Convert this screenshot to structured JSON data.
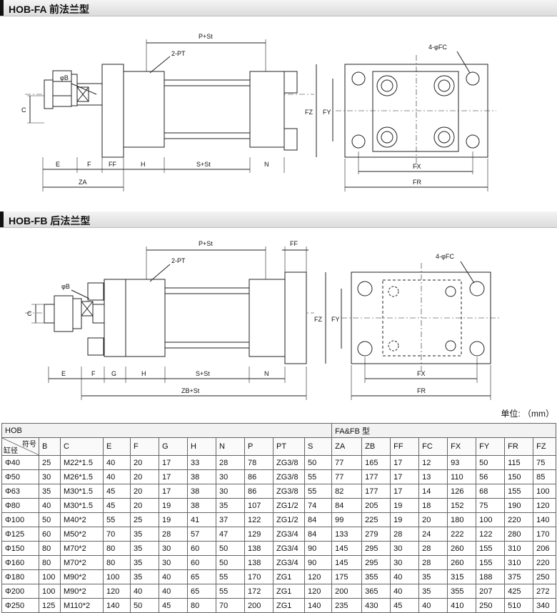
{
  "sections": {
    "fa": {
      "title": "HOB-FA 前法兰型"
    },
    "fb": {
      "title": "HOB-FB 后法兰型"
    }
  },
  "labels": {
    "fa": {
      "pst": "P+St",
      "pt": "2-PT",
      "phib": "φB",
      "c": "C",
      "e": "E",
      "f": "F",
      "ff": "FF",
      "h": "H",
      "sst": "S+St",
      "n": "N",
      "za": "ZA",
      "fc": "4-φFC",
      "fz": "FZ",
      "fy": "FY",
      "fx": "FX",
      "fr": "FR"
    },
    "fb": {
      "pst": "P+St",
      "ff": "FF",
      "pt": "2-PT",
      "phib": "φB",
      "c": "C",
      "e": "E",
      "f": "F",
      "g": "G",
      "h": "H",
      "sst": "S+St",
      "n": "N",
      "zbst": "ZB+St",
      "fc": "4-φFC",
      "fz": "FZ",
      "fy": "FY",
      "fx": "FX",
      "fr": "FR"
    }
  },
  "unit_label": "单位: （mm）",
  "table": {
    "group_hob": "HOB",
    "group_fafb": "FA&FB 型",
    "diag_top": "符号",
    "diag_bottom": "缸径",
    "columns": [
      "B",
      "C",
      "E",
      "F",
      "G",
      "H",
      "N",
      "P",
      "PT",
      "S",
      "ZA",
      "ZB",
      "FF",
      "FC",
      "FX",
      "FY",
      "FR",
      "FZ"
    ],
    "rows": [
      [
        "Φ40",
        "25",
        "M22*1.5",
        "40",
        "20",
        "17",
        "33",
        "28",
        "78",
        "ZG3/8",
        "50",
        "77",
        "165",
        "17",
        "12",
        "93",
        "50",
        "115",
        "75"
      ],
      [
        "Φ50",
        "30",
        "M26*1.5",
        "40",
        "20",
        "17",
        "38",
        "30",
        "86",
        "ZG3/8",
        "55",
        "77",
        "177",
        "17",
        "13",
        "110",
        "56",
        "150",
        "85"
      ],
      [
        "Φ63",
        "35",
        "M30*1.5",
        "45",
        "20",
        "17",
        "38",
        "30",
        "86",
        "ZG3/8",
        "55",
        "82",
        "177",
        "17",
        "14",
        "126",
        "68",
        "155",
        "100"
      ],
      [
        "Φ80",
        "40",
        "M30*1.5",
        "45",
        "20",
        "19",
        "38",
        "35",
        "107",
        "ZG1/2",
        "74",
        "84",
        "205",
        "19",
        "18",
        "152",
        "75",
        "190",
        "120"
      ],
      [
        "Φ100",
        "50",
        "M40*2",
        "55",
        "25",
        "19",
        "41",
        "37",
        "122",
        "ZG1/2",
        "84",
        "99",
        "225",
        "19",
        "20",
        "180",
        "100",
        "220",
        "140"
      ],
      [
        "Φ125",
        "60",
        "M50*2",
        "70",
        "35",
        "28",
        "57",
        "47",
        "129",
        "ZG3/4",
        "84",
        "133",
        "279",
        "28",
        "24",
        "222",
        "122",
        "280",
        "170"
      ],
      [
        "Φ150",
        "80",
        "M70*2",
        "80",
        "35",
        "30",
        "60",
        "50",
        "138",
        "ZG3/4",
        "90",
        "145",
        "295",
        "30",
        "28",
        "260",
        "155",
        "310",
        "206"
      ],
      [
        "Φ160",
        "80",
        "M70*2",
        "80",
        "35",
        "30",
        "60",
        "50",
        "138",
        "ZG3/4",
        "90",
        "145",
        "295",
        "30",
        "28",
        "260",
        "155",
        "310",
        "220"
      ],
      [
        "Φ180",
        "100",
        "M90*2",
        "100",
        "35",
        "40",
        "65",
        "55",
        "170",
        "ZG1",
        "120",
        "175",
        "355",
        "40",
        "35",
        "315",
        "188",
        "375",
        "250"
      ],
      [
        "Φ200",
        "100",
        "M90*2",
        "120",
        "40",
        "40",
        "65",
        "55",
        "172",
        "ZG1",
        "120",
        "200",
        "365",
        "40",
        "35",
        "355",
        "207",
        "425",
        "272"
      ],
      [
        "Φ250",
        "125",
        "M110*2",
        "140",
        "50",
        "45",
        "80",
        "70",
        "200",
        "ZG1",
        "140",
        "235",
        "430",
        "45",
        "40",
        "410",
        "250",
        "510",
        "340"
      ]
    ]
  }
}
